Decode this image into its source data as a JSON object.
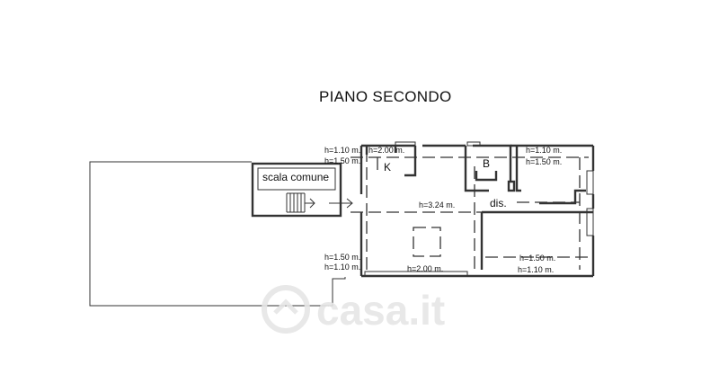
{
  "title": "PIANO SECONDO",
  "rooms": {
    "stair": "scala comune",
    "kitchen": "K",
    "bath": "B",
    "hall": "dis."
  },
  "heights": {
    "h1": "h=1.10 m.",
    "h2": "h=1.50 m.",
    "h3": "h=2.00 m.",
    "h4": "h=1.10 m.",
    "h5": "h=1.50 m.",
    "h6": "h=3.24 m.",
    "h7": "h=1.50 m.",
    "h8": "h=1.10 m.",
    "h9": "h=2.00 m.",
    "h10": "h=1.50 m.",
    "h11": "h=1.10 m."
  },
  "watermark": "casa.it"
}
